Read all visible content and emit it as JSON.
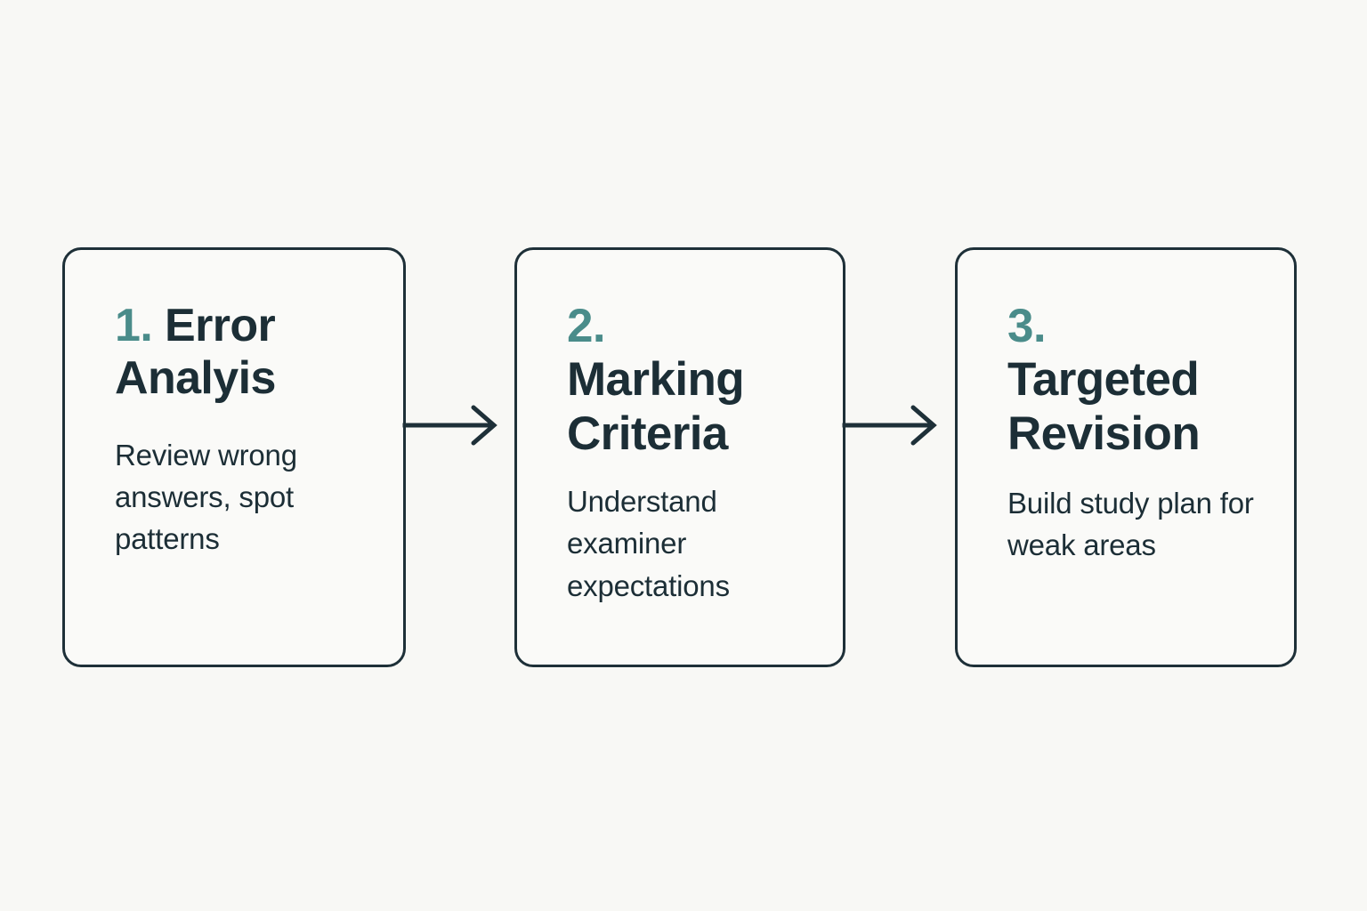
{
  "diagram": {
    "type": "horizontal-process-flow",
    "background_color": "#f8f8f5",
    "card_fill_color": "#fafaf8",
    "border_color": "#1e3038",
    "number_color": "#4a8c8a",
    "text_color": "#1c2e36",
    "steps": [
      {
        "number": "1.",
        "title": "Error Analyis",
        "description": "Review wrong answers, spot patterns"
      },
      {
        "number": "2.",
        "title": "Marking Criteria",
        "description": "Understand examiner expectations"
      },
      {
        "number": "3.",
        "title": "Targeted Revision",
        "description": "Build study plan for weak areas"
      }
    ],
    "connectors": [
      {
        "icon": "arrow-right-icon",
        "from": "1",
        "to": "2"
      },
      {
        "icon": "arrow-right-icon",
        "from": "2",
        "to": "3"
      }
    ]
  }
}
